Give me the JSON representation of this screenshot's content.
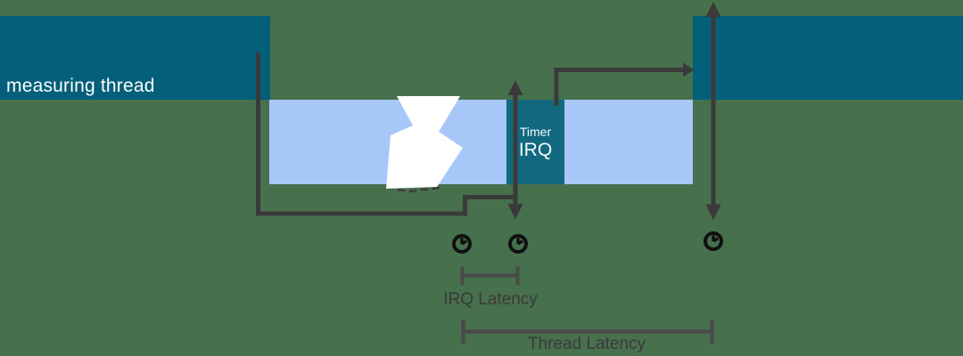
{
  "diagram": {
    "bands": {
      "measuring_thread_label": "measuring thread"
    },
    "timer_irq_block": {
      "line1": "Timer",
      "line2": "IRQ"
    },
    "annotations": {
      "irq_latency_label": "IRQ Latency",
      "thread_latency_label": "Thread Latency"
    },
    "icons": [
      {
        "name": "clock-icon",
        "count": 3,
        "shape": "analog clock, hands at 12 and 2"
      },
      {
        "name": "break-tear-icon",
        "count": 1,
        "shape": "white zigzag band break"
      }
    ],
    "colors": {
      "background": "#47704D",
      "thread_band": "#045F7A",
      "timer_irq_block": "#12697F",
      "timer_period_band": "#A8C7F9",
      "break_tear": "#FFFFFF",
      "arrows_lines": "#3A3A3A",
      "brackets": "#4A4A4A",
      "annotation_text": "#3A3A3A",
      "clock_icon": "#101010",
      "band_label_text": "#FFFFFF"
    }
  }
}
